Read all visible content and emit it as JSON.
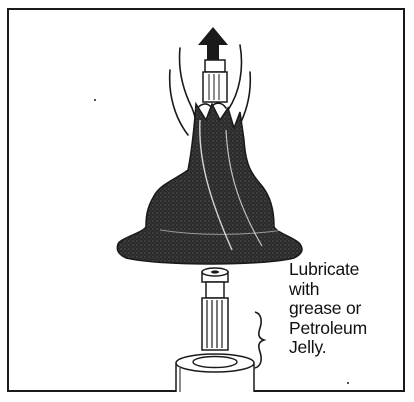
{
  "figure": {
    "caption_lines": [
      "Lubricate",
      "with",
      "grease or",
      "Petroleum",
      "Jelly."
    ]
  },
  "colors": {
    "ink": "#1a1a1a",
    "fill_dark": "#2b2b2b",
    "paper": "#ffffff"
  }
}
